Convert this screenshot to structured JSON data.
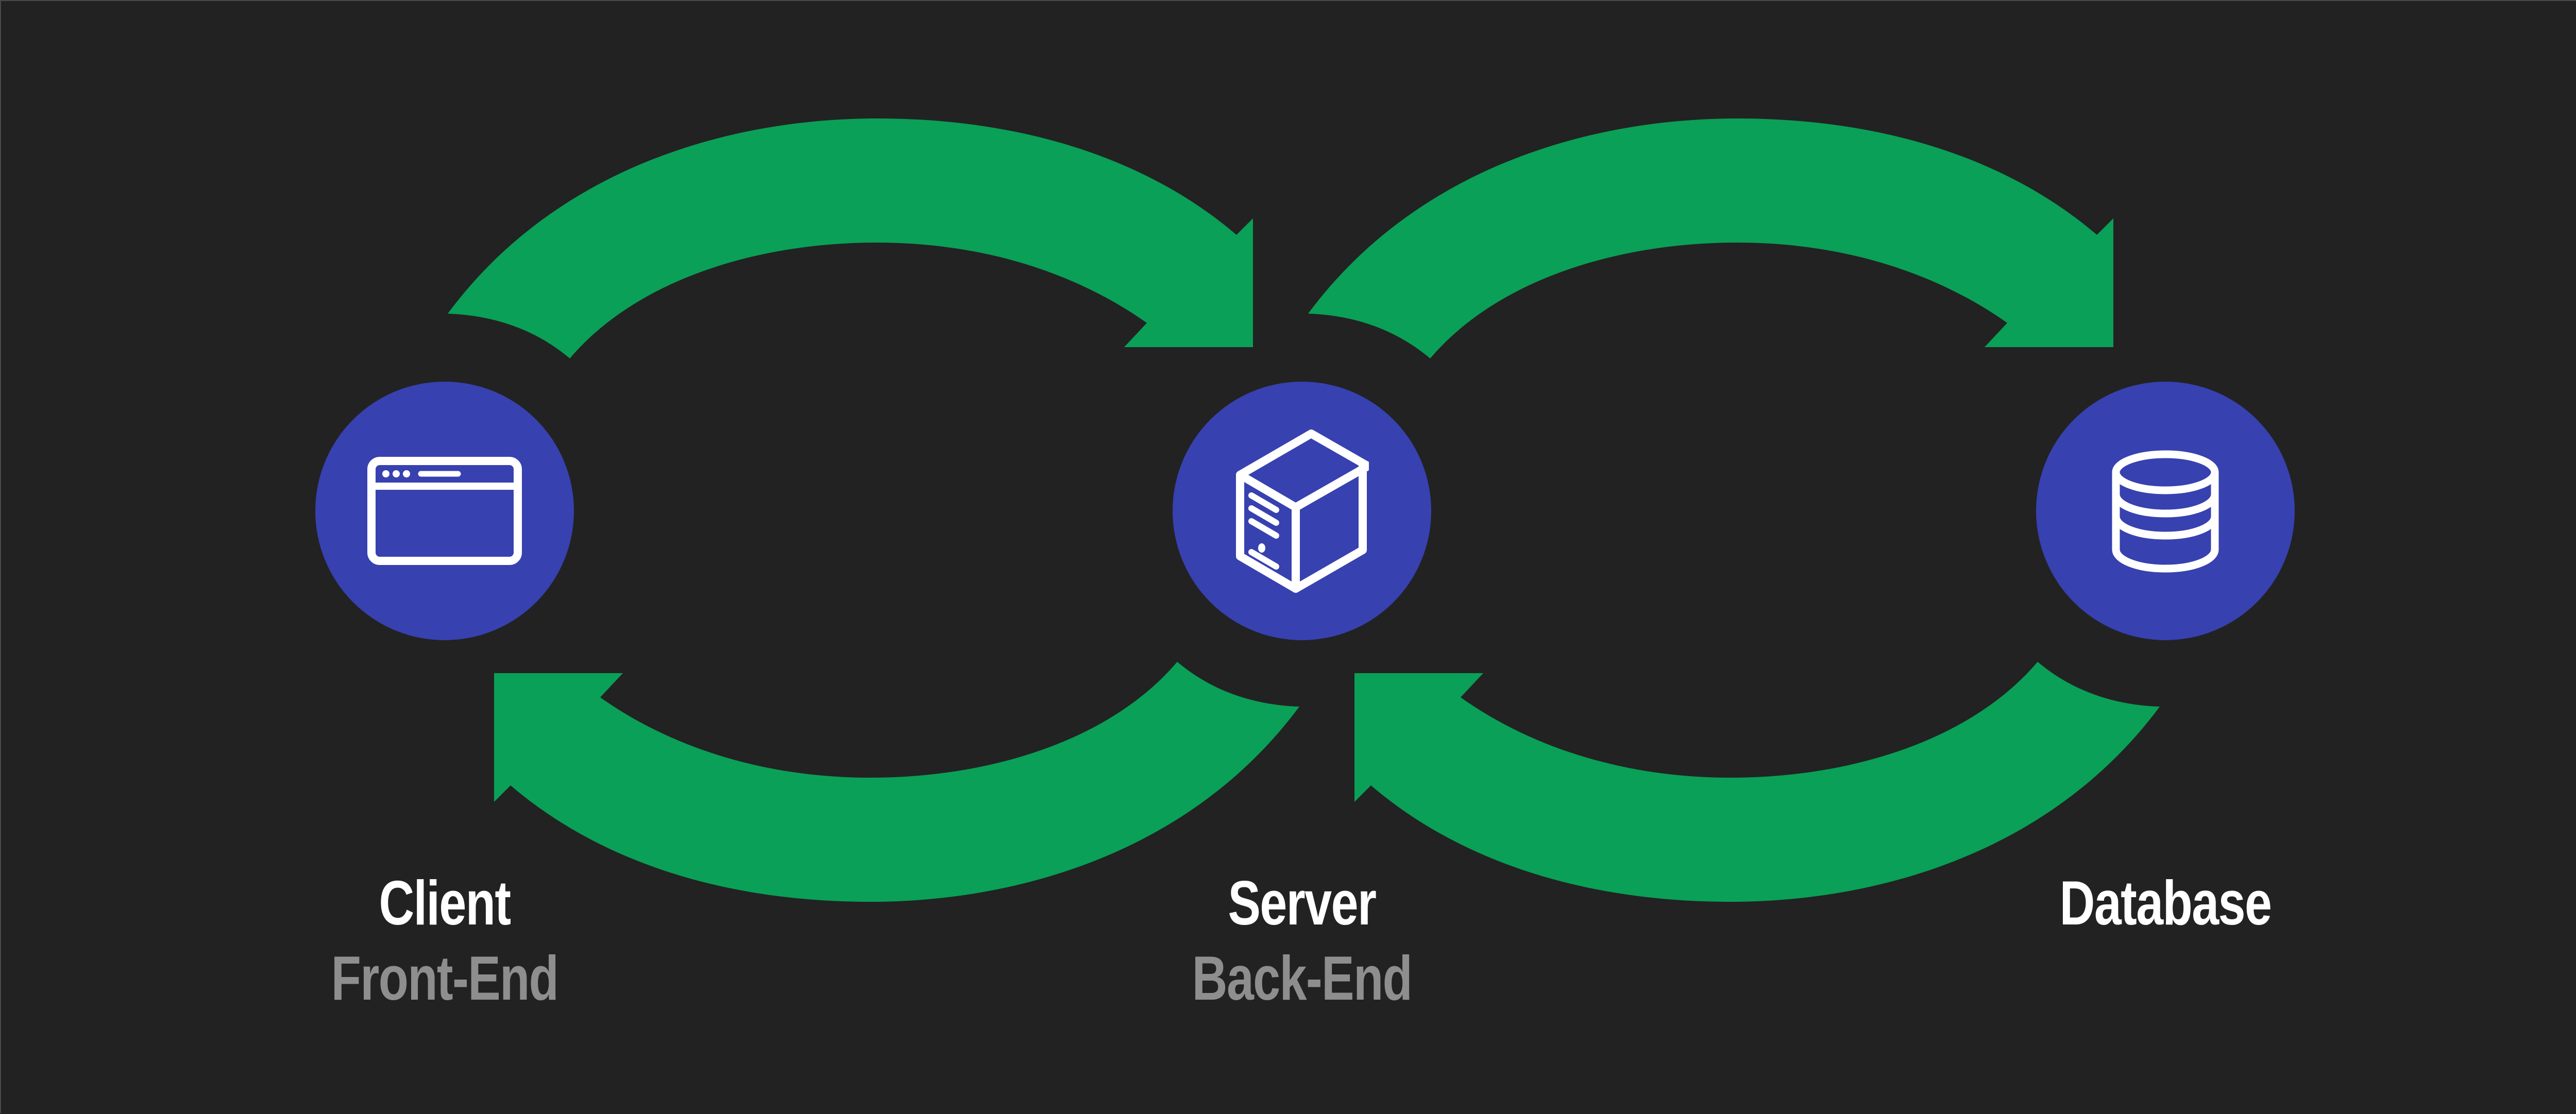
{
  "diagram": {
    "type": "client-server-database-flow",
    "colors": {
      "background": "#222222",
      "arrow": "#0aa057",
      "node_fill": "#3741b0",
      "icon_stroke": "#ffffff",
      "label_primary": "#ffffff",
      "label_secondary": "#8e8e8e"
    },
    "nodes": [
      {
        "id": "client",
        "icon": "browser-window-icon",
        "label": "Client",
        "sublabel": "Front-End"
      },
      {
        "id": "server",
        "icon": "server-tower-icon",
        "label": "Server",
        "sublabel": "Back-End"
      },
      {
        "id": "database",
        "icon": "database-cylinder-icon",
        "label": "Database",
        "sublabel": ""
      }
    ],
    "edges": [
      {
        "from": "client",
        "to": "server",
        "direction": "request",
        "position": "top"
      },
      {
        "from": "server",
        "to": "database",
        "direction": "request",
        "position": "top"
      },
      {
        "from": "database",
        "to": "server",
        "direction": "response",
        "position": "bottom"
      },
      {
        "from": "server",
        "to": "client",
        "direction": "response",
        "position": "bottom"
      }
    ]
  }
}
